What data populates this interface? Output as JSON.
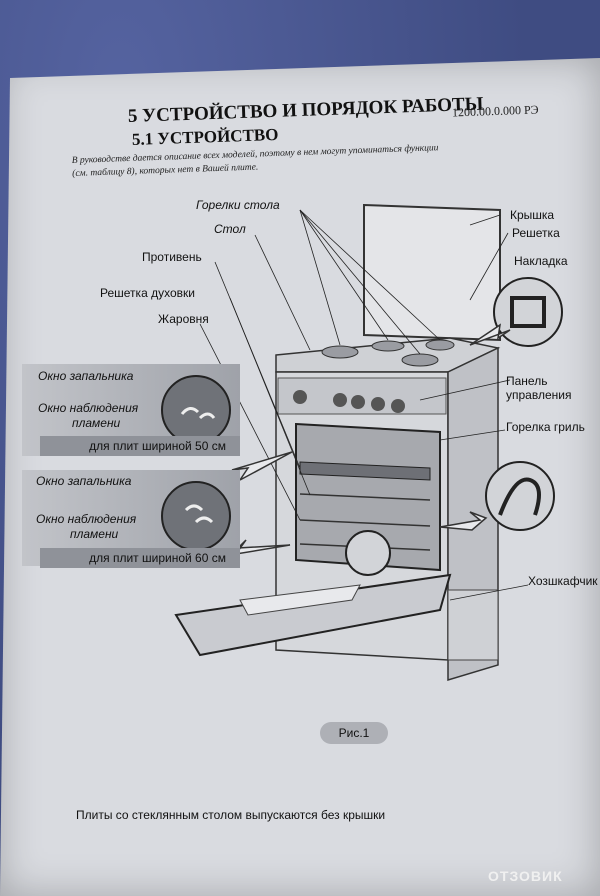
{
  "document": {
    "doc_number": "1200.00.0.000 РЭ",
    "section_title": "5 УСТРОЙСТВО И ПОРЯДОК РАБОТЫ",
    "subsection_title": "5.1 УСТРОЙСТВО",
    "intro_line1": "В руководстве дается описание всех моделей, поэтому в нем могут упоминаться функции",
    "intro_line2": "(см. таблицу 8), которых нет в Вашей плите.",
    "figure_caption": "Рис.1",
    "footer_note": "Плиты со стеклянным столом выпускаются без крышки"
  },
  "labels_left": {
    "burners": "Горелки стола",
    "table": "Стол",
    "tray": "Противень",
    "oven_grid": "Решетка духовки",
    "roaster": "Жаровня"
  },
  "labels_right": {
    "lid": "Крышка",
    "grate": "Решетка",
    "overlay": "Накладка",
    "panel_line1": "Панель",
    "panel_line2": "управления",
    "grill_burner": "Горелка гриль",
    "cabinet": "Хозшкафчик"
  },
  "inset_50": {
    "ignition_window": "Окно запальника",
    "flame_window_line1": "Окно наблюдения",
    "flame_window_line2": "пламени",
    "width_note": "для плит шириной 50 см"
  },
  "inset_60": {
    "ignition_window": "Окно запальника",
    "flame_window_line1": "Окно наблюдения",
    "flame_window_line2": "пламени",
    "width_note": "для плит шириной 60 см"
  },
  "watermark": "ОТЗОВИК"
}
